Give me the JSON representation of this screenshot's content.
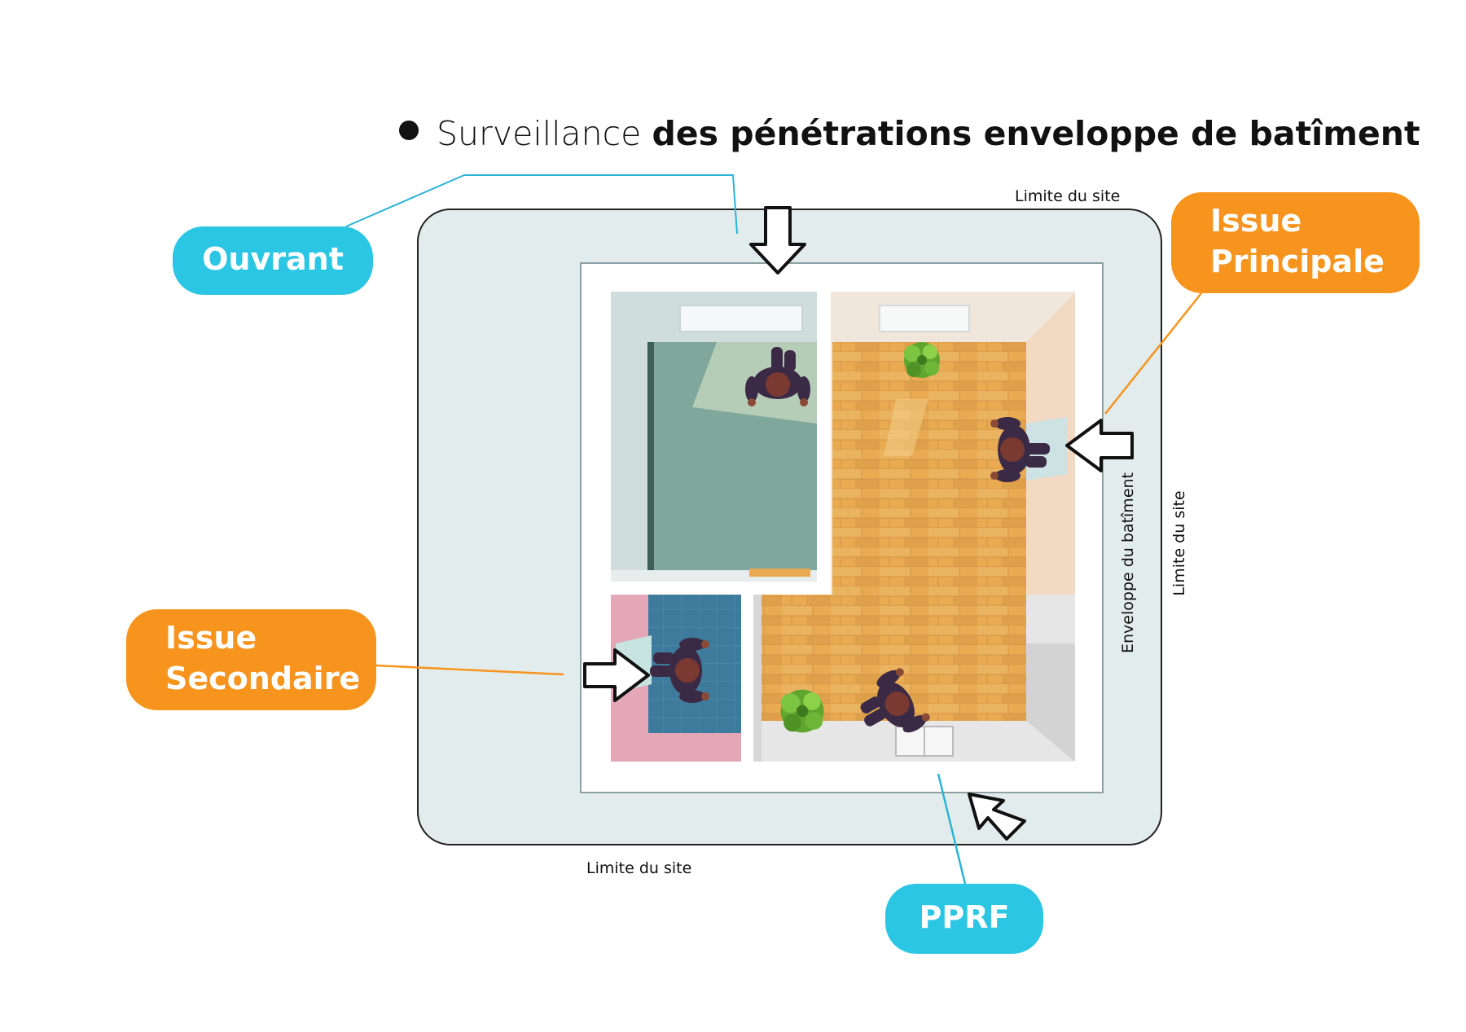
{
  "title": {
    "prefix": "Surveillance",
    "emphasis": "des pénétrations enveloppe de batîment"
  },
  "labels": {
    "ouvrant": "Ouvrant",
    "issue_principale_line1": "Issue",
    "issue_principale_line2": "Principale",
    "issue_secondaire_line1": "Issue",
    "issue_secondaire_line2": "Secondaire",
    "pprf": "PPRF"
  },
  "annotations": {
    "limite_top": "Limite du site",
    "limite_bottom": "Limite du site",
    "limite_right": "Limite du site",
    "enveloppe": "Enveloppe du batîment"
  },
  "colors": {
    "blue_label": "#2bc6e4",
    "orange_label": "#f7941d",
    "site_area": "#e3ecec",
    "wood_floor": "#e9aa52",
    "teal_room": "#7fa79c",
    "tile_room": "#3e7a9c",
    "pink_wall": "#e3a7b8",
    "leader_blue": "#2bb3d6",
    "leader_orange": "#f7941d"
  },
  "icons": [
    "arrow-down-icon",
    "arrow-left-icon",
    "arrow-right-icon",
    "arrow-up-left-icon",
    "plant-icon",
    "person-icon"
  ]
}
